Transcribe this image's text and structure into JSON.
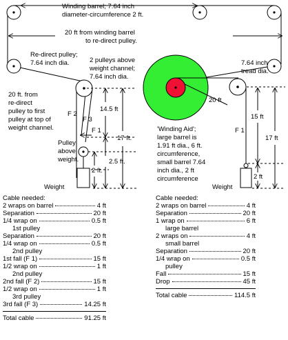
{
  "diagram": {
    "winding_barrel_note": [
      "Winding barrel; 7.64 inch",
      "diameter-circumference 2 ft."
    ],
    "distance_top": [
      "20 ft from winding barrel",
      "to re-direct pulley."
    ],
    "redirect_note": [
      "Re-direct pulley;",
      "7.64 inch dia."
    ],
    "above_channel_note": [
      "2 pulleys above",
      "weight channel;",
      "7.64 inch dia."
    ],
    "left_distance_note": [
      "20 ft. from",
      "re-direct",
      "pulley to first",
      "pulley at top of",
      "weight channel."
    ],
    "f2_label": "F 2",
    "f3_label": "F 3",
    "f1_label_left": "F 1",
    "pulley_above_weight": [
      "Pulley",
      "above",
      "weight."
    ],
    "dim_14_5": "14.5 ft",
    "dim_17_left": "17 ft.",
    "dim_2_5": "2.5 ft.",
    "dim_2_left": "2 ft.",
    "weight_left": "Weight",
    "tread_note": [
      "7.64 inch",
      "tread dia."
    ],
    "dim_20_right": "20 ft",
    "winding_aid_note": [
      "'Winding Aid';",
      "large barrel is",
      "1.91 ft dia., 6 ft.",
      "circumference,",
      "small barrel 7.64",
      "inch dia., 2 ft",
      "circumference"
    ],
    "f1_label_right": "F 1",
    "dim_15_right": "15 ft",
    "dim_17_right": "17 ft",
    "dim_2_right": "2 ft",
    "weight_right": "Weight",
    "colors": {
      "outer_barrel": "#33ee33",
      "inner_barrel": "#ee1133",
      "line": "#000000"
    }
  },
  "left_list": {
    "title": "Cable needed:",
    "rows": [
      {
        "label": "2 wraps on barrel",
        "value": "4 ft",
        "indent": false
      },
      {
        "label": "Separation",
        "value": "20 ft",
        "indent": false
      },
      {
        "label": "1/4 wrap on",
        "value": "0.5 ft",
        "indent": false
      },
      {
        "label": "1st pulley",
        "value": "",
        "indent": true
      },
      {
        "label": "Separation",
        "value": "20 ft",
        "indent": false
      },
      {
        "label": "1/4 wrap on",
        "value": "0.5 ft",
        "indent": false
      },
      {
        "label": "2nd pulley",
        "value": "",
        "indent": true
      },
      {
        "label": "1st fall (F 1)",
        "value": "15 ft",
        "indent": false
      },
      {
        "label": "1/2 wrap on",
        "value": "1 ft",
        "indent": false
      },
      {
        "label": "2nd pulley",
        "value": "",
        "indent": true
      },
      {
        "label": "2nd fall (F 2)",
        "value": "15 ft",
        "indent": false
      },
      {
        "label": "1/2 wrap on",
        "value": "1 ft",
        "indent": false
      },
      {
        "label": "3rd pulley",
        "value": "",
        "indent": true
      },
      {
        "label": "3rd fall (F 3)",
        "value": "14.25 ft",
        "indent": false
      }
    ],
    "total_label": "Total cable",
    "total_value": "91.25 ft"
  },
  "right_list": {
    "title": "Cable needed:",
    "rows": [
      {
        "label": "2 wraps on barrel",
        "value": "4 ft",
        "indent": false
      },
      {
        "label": "Separation",
        "value": "20 ft",
        "indent": false
      },
      {
        "label": "1 wrap on",
        "value": "6 ft",
        "indent": false
      },
      {
        "label": "large barrel",
        "value": "",
        "indent": true
      },
      {
        "label": "2 wraps on",
        "value": "4 ft",
        "indent": false
      },
      {
        "label": "small barrel",
        "value": "",
        "indent": true
      },
      {
        "label": "Separation",
        "value": "20 ft",
        "indent": false
      },
      {
        "label": "1/4 wrap on",
        "value": "0.5 ft",
        "indent": false
      },
      {
        "label": "pulley",
        "value": "",
        "indent": true
      },
      {
        "label": "Fall",
        "value": "15 ft",
        "indent": false
      },
      {
        "label": "Drop",
        "value": "45 ft",
        "indent": false
      }
    ],
    "total_label": "Total cable",
    "total_value": "114.5 ft"
  }
}
